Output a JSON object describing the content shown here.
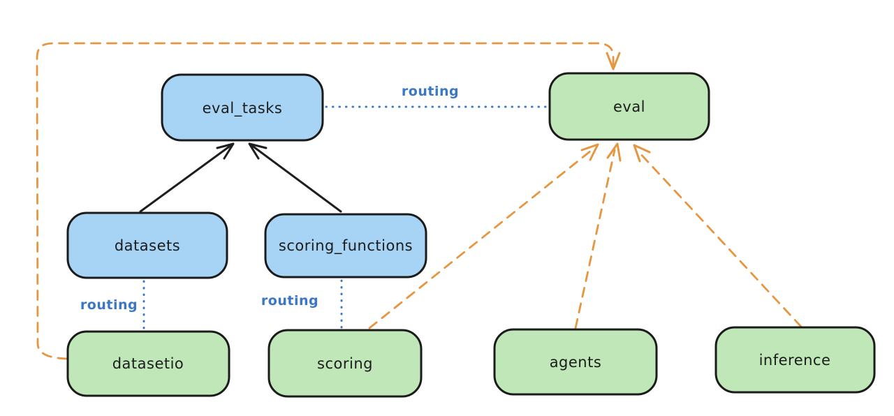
{
  "diagram": {
    "colors": {
      "background": "#ffffff",
      "node_stroke": "#1b1b1b",
      "blue_fill": "#a7d4f4",
      "green_fill": "#bfe7b7",
      "routing_blue": "#3b78c4",
      "black": "#1e1e1e",
      "orange": "#e69641"
    },
    "nodes": [
      {
        "id": "eval_tasks",
        "label": "eval_tasks",
        "fill": "#a7d4f4"
      },
      {
        "id": "eval",
        "label": "eval",
        "fill": "#bfe7b7"
      },
      {
        "id": "datasets",
        "label": "datasets",
        "fill": "#a7d4f4"
      },
      {
        "id": "scoring_functions",
        "label": "scoring_functions",
        "fill": "#a7d4f4"
      },
      {
        "id": "datasetio",
        "label": "datasetio",
        "fill": "#bfe7b7"
      },
      {
        "id": "scoring",
        "label": "scoring",
        "fill": "#bfe7b7"
      },
      {
        "id": "agents",
        "label": "agents",
        "fill": "#bfe7b7"
      },
      {
        "id": "inference",
        "label": "inference",
        "fill": "#bfe7b7"
      }
    ],
    "edges": [
      {
        "from": "datasets",
        "to": "eval_tasks",
        "style": "solid",
        "color": "#1e1e1e",
        "label": ""
      },
      {
        "from": "scoring_functions",
        "to": "eval_tasks",
        "style": "solid",
        "color": "#1e1e1e",
        "label": ""
      },
      {
        "from": "eval_tasks",
        "to": "eval",
        "style": "dotted",
        "color": "#3b78c4",
        "label": "routing"
      },
      {
        "from": "datasets",
        "to": "datasetio",
        "style": "dotted",
        "color": "#3b78c4",
        "label": "routing"
      },
      {
        "from": "scoring_functions",
        "to": "scoring",
        "style": "dotted",
        "color": "#3b78c4",
        "label": "routing"
      },
      {
        "from": "datasetio",
        "to": "eval",
        "style": "dashed",
        "color": "#e69641",
        "label": ""
      },
      {
        "from": "scoring",
        "to": "eval",
        "style": "dashed",
        "color": "#e69641",
        "label": ""
      },
      {
        "from": "agents",
        "to": "eval",
        "style": "dashed",
        "color": "#e69641",
        "label": ""
      },
      {
        "from": "inference",
        "to": "eval",
        "style": "dashed",
        "color": "#e69641",
        "label": ""
      }
    ]
  }
}
